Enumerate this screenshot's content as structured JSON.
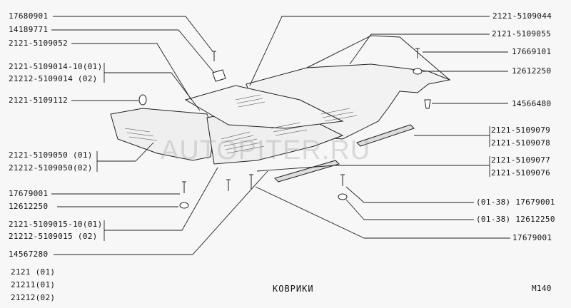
{
  "left_labels": {
    "l1": "17680901",
    "l2": "14189771",
    "l3": "2121-5109052",
    "l4a": "2121-5109014-10(01)",
    "l4b": "21212-5109014 (02)",
    "l5": "2121-5109112",
    "l6a": "2121-5109050 (01)",
    "l6b": "21212-5109050(02)",
    "l7": "17679001",
    "l8": "12612250",
    "l9a": "2121-5109015-10(01)",
    "l9b": "21212-5109015 (02)",
    "l10": "14567280"
  },
  "models": [
    "2121 (01)",
    "21211(01)",
    "21212(02)"
  ],
  "right_labels": {
    "r1": "2121-5109044",
    "r2": "2121-5109055",
    "r3": "17669101",
    "r4": "12612250",
    "r5": "14566480",
    "r6a": "2121-5109079",
    "r6b": "2121-5109078",
    "r7a": "2121-5109077",
    "r7b": "2121-5109076",
    "r8": "(01-38) 17679001",
    "r9": "(01-38) 12612250",
    "r10": "17679001"
  },
  "title": "КОВРИКИ",
  "sheet_code": "M140",
  "watermark": "AUTOPITER.RU"
}
